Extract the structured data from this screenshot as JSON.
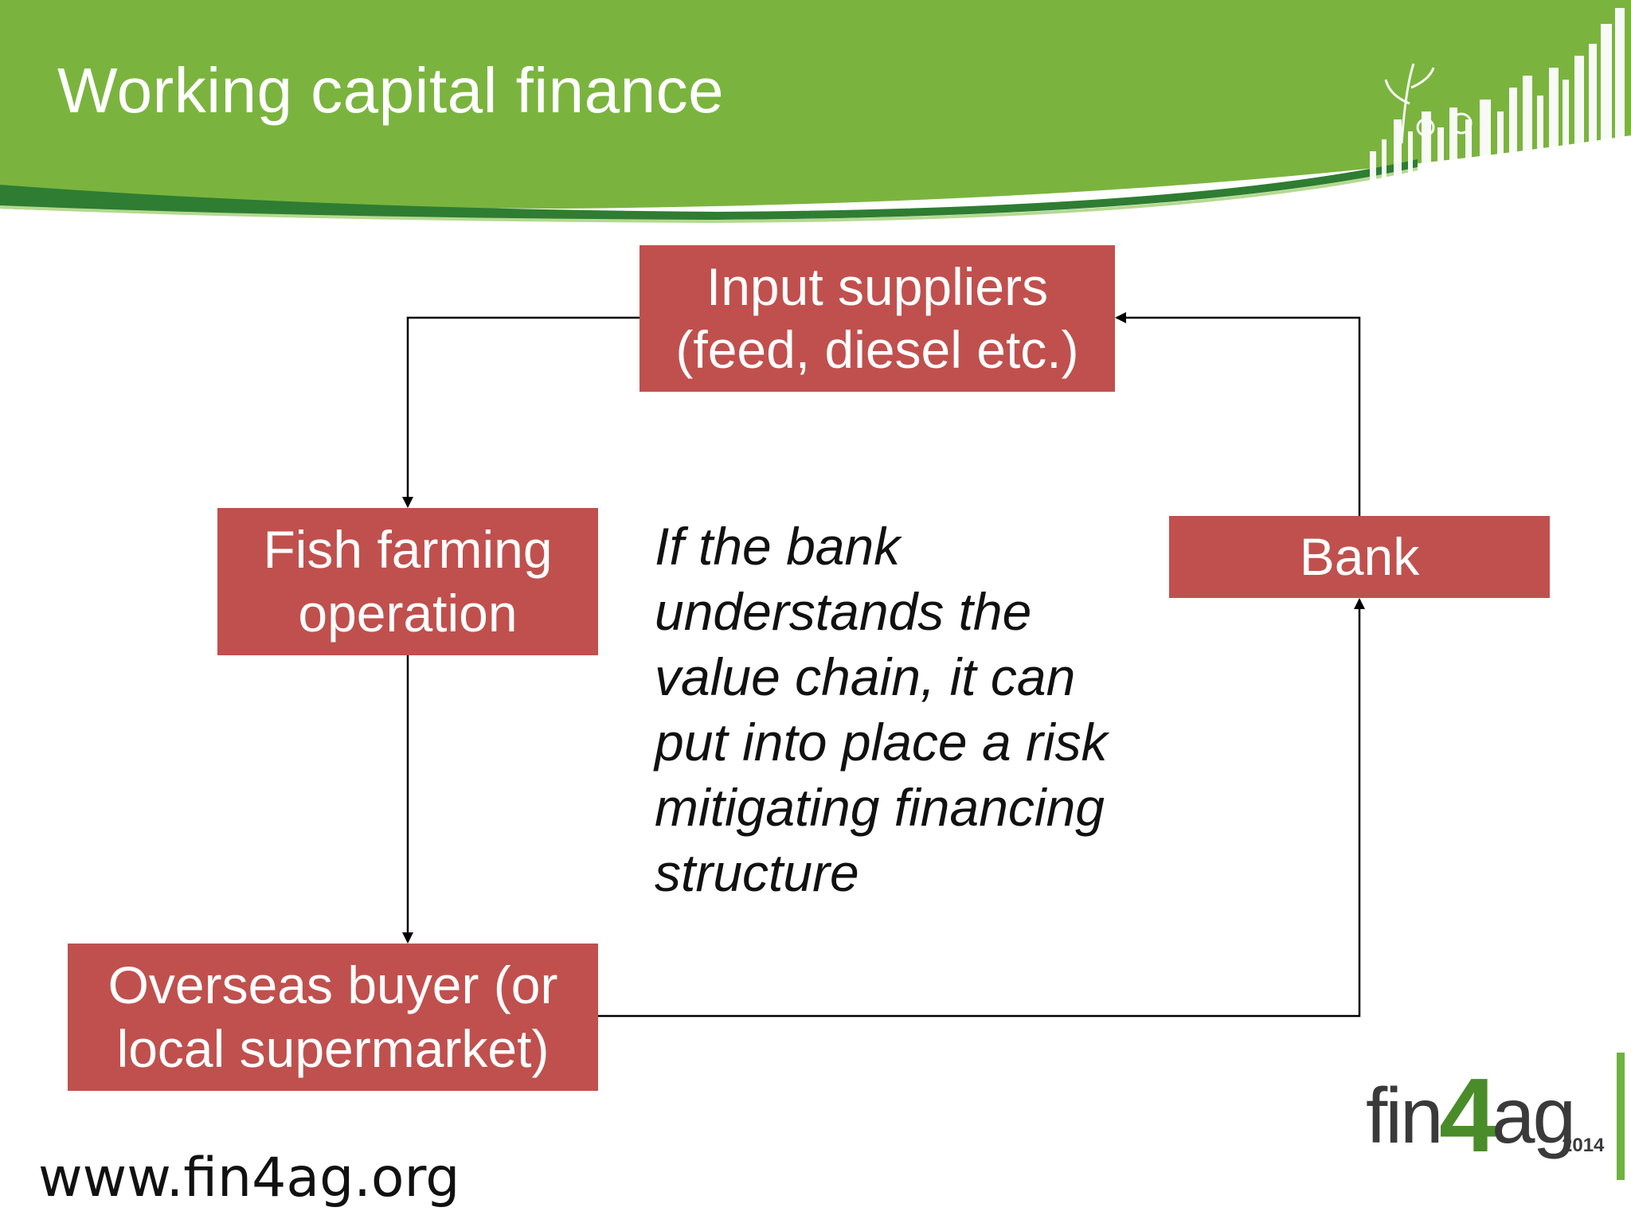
{
  "slide": {
    "title": "Working capital finance",
    "url": "www.fin4ag.org"
  },
  "diagram": {
    "nodes": {
      "input_suppliers": [
        "Input suppliers",
        "(feed, diesel etc.)"
      ],
      "fish_farming": [
        "Fish farming",
        "operation"
      ],
      "bank": [
        "Bank"
      ],
      "overseas_buyer": [
        "Overseas buyer (or",
        "local supermarket)"
      ]
    },
    "note_lines": [
      "If the bank",
      "understands the",
      "value chain, it can",
      "put into place a risk",
      "mitigating financing",
      "structure"
    ]
  },
  "logo": {
    "prefix": "fin",
    "digit": "4",
    "suffix": "ag",
    "year": "2014"
  },
  "colors": {
    "header_green": "#7ab43e",
    "header_dark_green": "#2e7d32",
    "box_red": "#c0504d"
  }
}
